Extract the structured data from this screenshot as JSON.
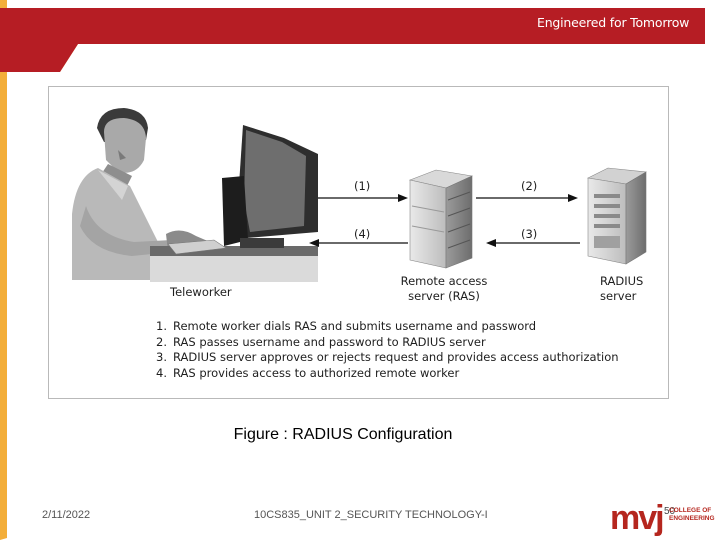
{
  "header": {
    "tagline": "Engineered for Tomorrow",
    "colors": {
      "banner": "#b61d24",
      "accent": "#f3ae3a"
    }
  },
  "diagram": {
    "nodes": {
      "teleworker": {
        "label": "Teleworker"
      },
      "ras": {
        "label_line1": "Remote access",
        "label_line2": "server (RAS)"
      },
      "radius": {
        "label_line1": "RADIUS",
        "label_line2": "server"
      }
    },
    "arrows": {
      "a1": {
        "label": "(1)",
        "direction": "teleworker-to-ras"
      },
      "a4": {
        "label": "(4)",
        "direction": "ras-to-teleworker"
      },
      "a2": {
        "label": "(2)",
        "direction": "ras-to-radius"
      },
      "a3": {
        "label": "(3)",
        "direction": "radius-to-ras"
      }
    },
    "steps": [
      {
        "num": "1.",
        "text": "Remote worker dials RAS and submits username and password"
      },
      {
        "num": "2.",
        "text": "RAS passes username and password to RADIUS server"
      },
      {
        "num": "3.",
        "text": "RADIUS server approves or rejects request and provides access authorization"
      },
      {
        "num": "4.",
        "text": "RAS provides access to authorized remote worker"
      }
    ]
  },
  "caption": "Figure : RADIUS Configuration",
  "footer": {
    "date": "2/11/2022",
    "course": "10CS835_UNIT 2_SECURITY TECHNOLOGY-I",
    "page": "50"
  },
  "logo": {
    "mark": "mvj",
    "line1": "COLLEGE OF",
    "line2": "ENGINEERING"
  }
}
